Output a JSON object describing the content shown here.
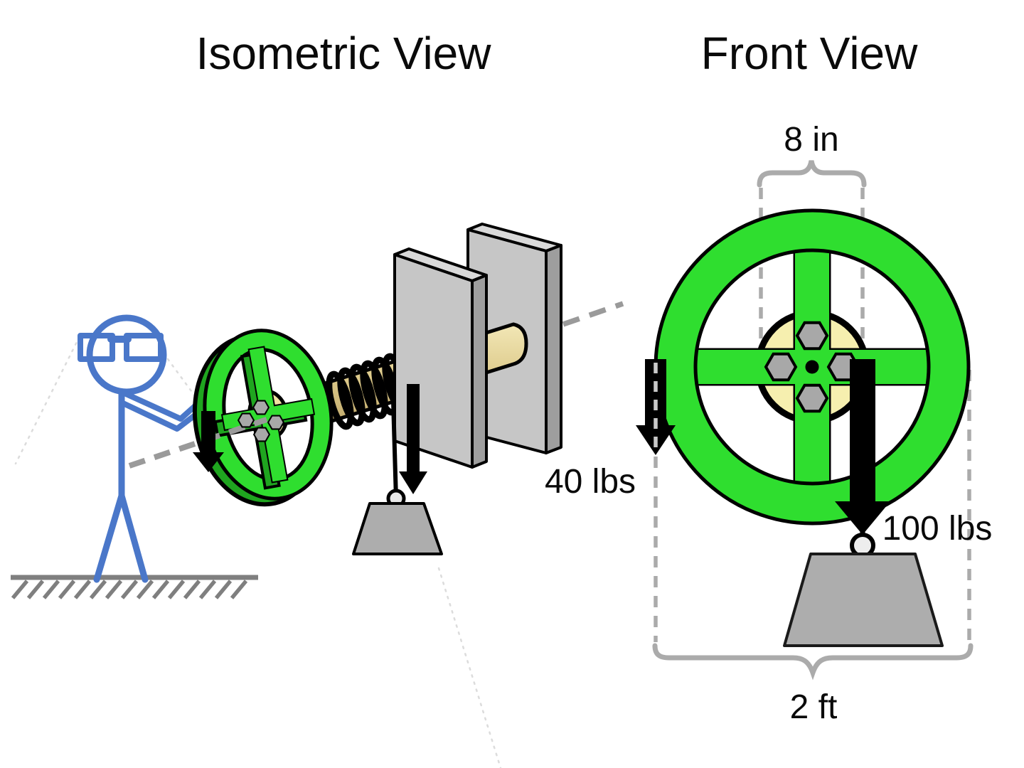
{
  "titles": {
    "isometric": "Isometric View",
    "front": "Front View"
  },
  "labels": {
    "hub_dimension": "8 in",
    "wheel_dimension": "2 ft",
    "applied_force": "40 lbs",
    "load_force": "100 lbs"
  },
  "colors": {
    "wheel_green": "#2FDE2F",
    "wheel_green_dark": "#1FA51F",
    "hub_tan": "#F6EFAF",
    "shaft_tan": "#DECB8C",
    "figure_blue": "#4A77C9",
    "plate_gray": "#C6C6C6",
    "weight_gray": "#ADADAD",
    "dimension_gray": "#ABABAB",
    "axis_gray": "#9A9A9A",
    "arrow_black": "#000000"
  }
}
